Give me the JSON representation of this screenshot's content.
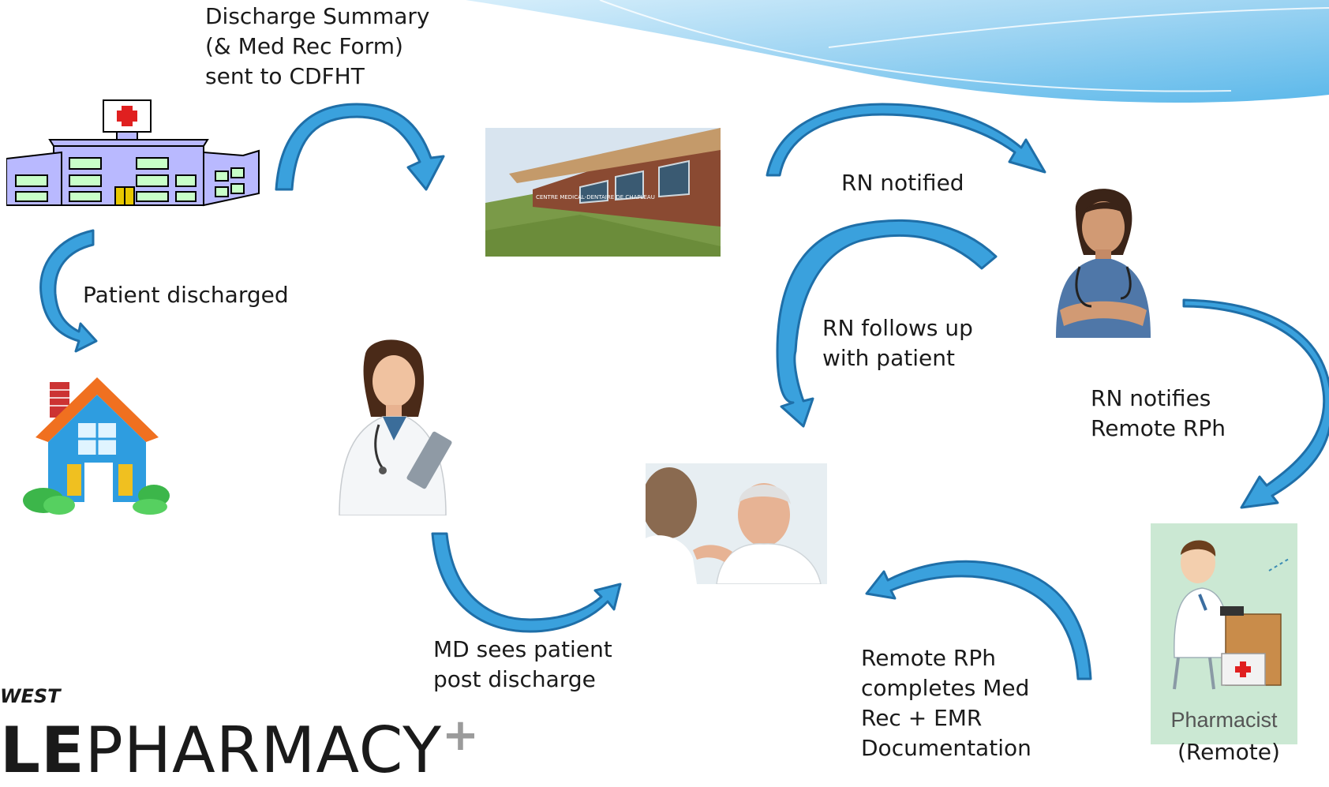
{
  "labels": {
    "discharge_summary": "Discharge Summary\n(& Med Rec Form)\nsent to CDFHT",
    "patient_discharged": "Patient discharged",
    "rn_notified": "RN notified",
    "rn_follows_up": "RN follows up\nwith patient",
    "rn_notifies": "RN notifies\nRemote RPh",
    "md_sees": "MD sees patient\npost discharge",
    "remote_rph": "Remote RPh\ncompletes Med\nRec + EMR\nDocumentation",
    "remote_caption": "(Remote)"
  },
  "images": {
    "clinic_sign": "CENTRE MEDICAL-DENTAIRE DE CHAPLEAU",
    "pharmacist_caption": "Pharmacist"
  },
  "logo": {
    "west": "WEST",
    "le": "LE",
    "pharmacy": "PHARMACY",
    "plus": "+"
  },
  "colors": {
    "arrow_fill": "#3aa1dd",
    "arrow_stroke": "#1f6fa8",
    "banner": "#9bd3f2"
  }
}
